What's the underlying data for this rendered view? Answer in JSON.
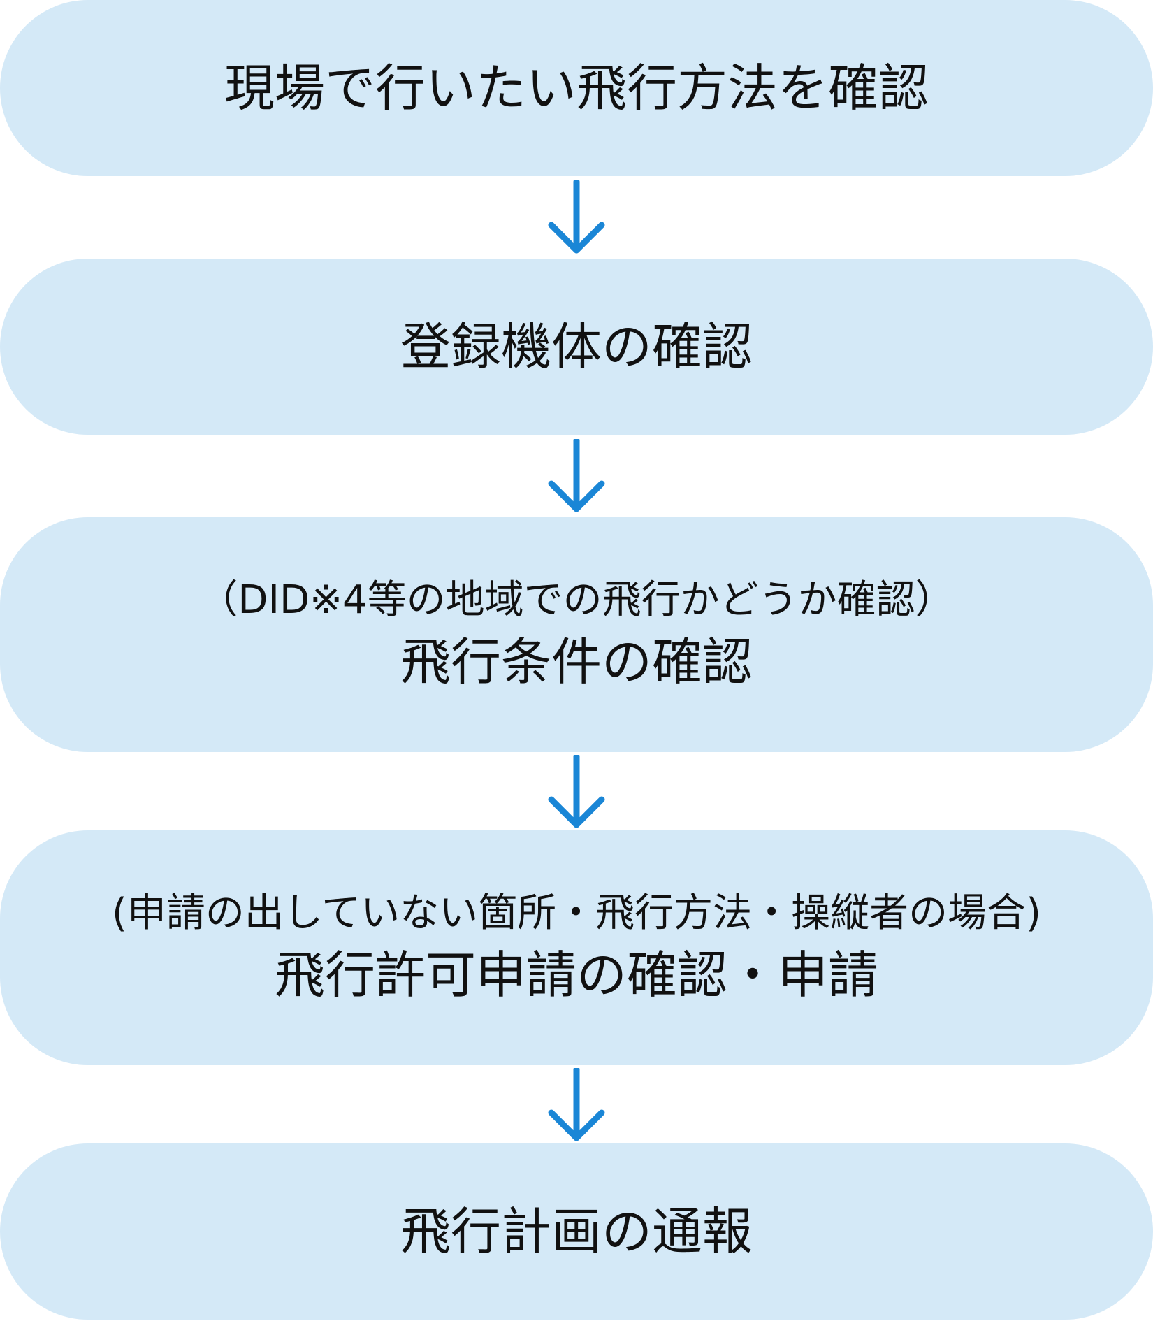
{
  "colors": {
    "box_fill": "#d4e9f7",
    "arrow": "#1a86d6",
    "text": "#111111"
  },
  "arrow_icon": "arrow-down-icon",
  "steps": [
    {
      "note": "",
      "title": "現場で行いたい飛行方法を確認"
    },
    {
      "note": "",
      "title": "登録機体の確認"
    },
    {
      "note": "（DID※4等の地域での飛行かどうか確認）",
      "title": "飛行条件の確認"
    },
    {
      "note": "(申請の出していない箇所・飛行方法・操縦者の場合)",
      "title": "飛行許可申請の確認・申請"
    },
    {
      "note": "",
      "title": "飛行計画の通報"
    }
  ]
}
